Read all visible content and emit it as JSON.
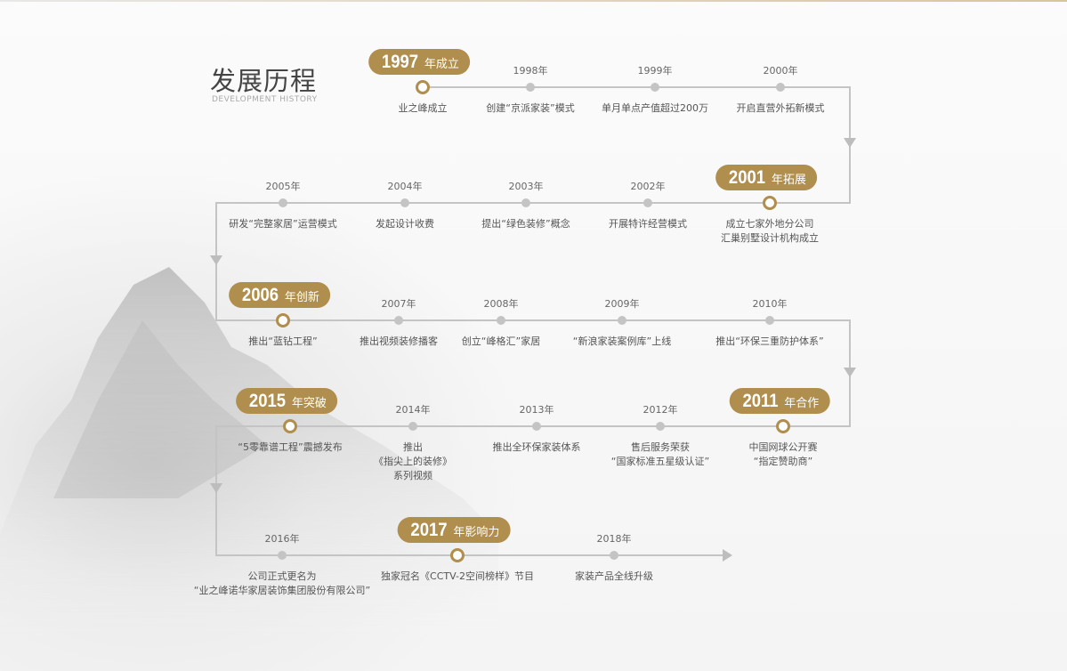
{
  "header": {
    "title": "发展历程",
    "subtitle": "DEVELOPMENT HISTORY"
  },
  "milestones": [
    {
      "year": "1997",
      "badge": "年成立",
      "desc": [
        "业之峰成立"
      ]
    },
    {
      "year": "1998年",
      "desc": [
        "创建“京派家装”模式"
      ]
    },
    {
      "year": "1999年",
      "desc": [
        "单月单点产值超过200万"
      ]
    },
    {
      "year": "2000年",
      "desc": [
        "开启直营外拓新模式"
      ]
    },
    {
      "year": "2001",
      "badge": "年拓展",
      "desc": [
        "成立七家外地分公司",
        "汇巢别墅设计机构成立"
      ]
    },
    {
      "year": "2002年",
      "desc": [
        "开展特许经营模式"
      ]
    },
    {
      "year": "2003年",
      "desc": [
        "提出“绿色装修”概念"
      ]
    },
    {
      "year": "2004年",
      "desc": [
        "发起设计收费"
      ]
    },
    {
      "year": "2005年",
      "desc": [
        "研发“完整家居”运营模式"
      ]
    },
    {
      "year": "2006",
      "badge": "年创新",
      "desc": [
        "推出“蓝钻工程”"
      ]
    },
    {
      "year": "2007年",
      "desc": [
        "推出视频装修播客"
      ]
    },
    {
      "year": "2008年",
      "desc": [
        "创立“峰格汇”家居"
      ]
    },
    {
      "year": "2009年",
      "desc": [
        "“新浪家装案例库”上线"
      ]
    },
    {
      "year": "2010年",
      "desc": [
        "推出“环保三重防护体系”"
      ]
    },
    {
      "year": "2011",
      "badge": "年合作",
      "desc": [
        "中国网球公开赛",
        "“指定赞助商”"
      ]
    },
    {
      "year": "2012年",
      "desc": [
        "售后服务荣获",
        "“国家标准五星级认证”"
      ]
    },
    {
      "year": "2013年",
      "desc": [
        "推出全环保家装体系"
      ]
    },
    {
      "year": "2014年",
      "desc": [
        "推出",
        "《指尖上的装修》",
        "系列视频"
      ]
    },
    {
      "year": "2015",
      "badge": "年突破",
      "desc": [
        "“5零靠谱工程”震撼发布"
      ]
    },
    {
      "year": "2016年",
      "desc": [
        "公司正式更名为",
        "“业之峰诺华家居装饰集团股份有限公司”"
      ]
    },
    {
      "year": "2017",
      "badge": "年影响力",
      "desc": [
        "独家冠名《CCTV-2空间榜样》节目"
      ]
    },
    {
      "year": "2018年",
      "desc": [
        "家装产品全线升级"
      ]
    }
  ],
  "colors": {
    "accent": "#b08e4e",
    "line": "#c4c4c4"
  }
}
